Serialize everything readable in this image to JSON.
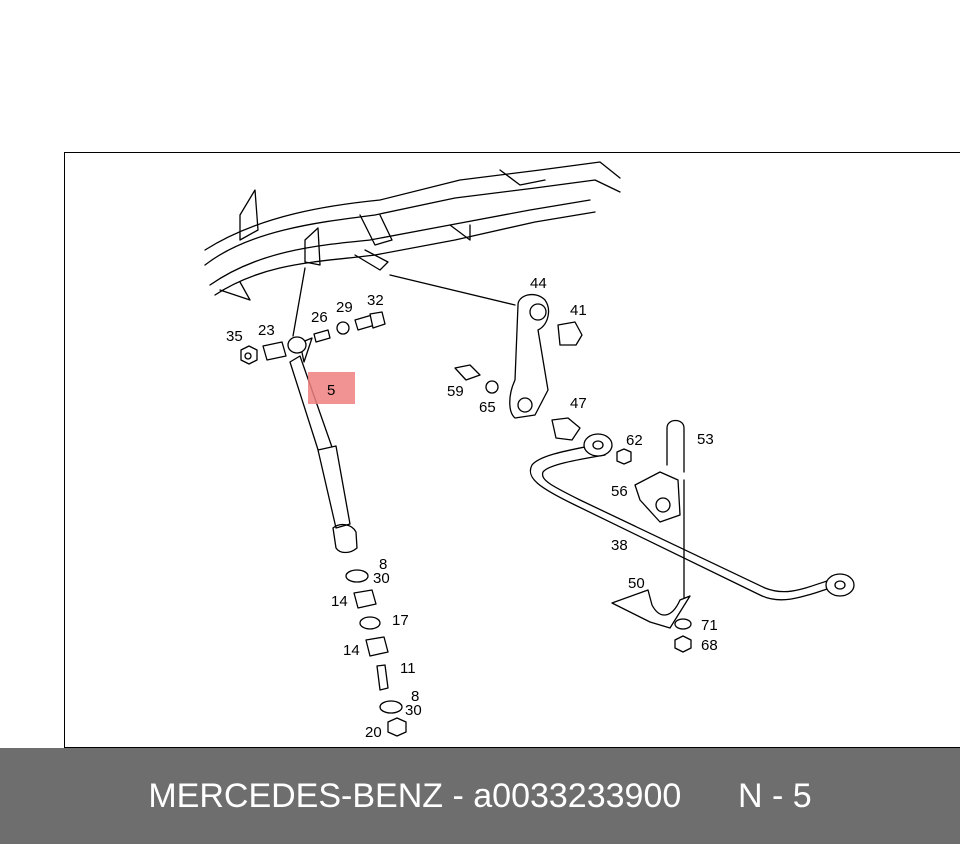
{
  "footer": {
    "brand": "MERCEDES-BENZ",
    "separator": " - ",
    "part_number": "a0033233900",
    "callout": "N - 5"
  },
  "highlight": {
    "label": "5",
    "color": "#f08080"
  },
  "callouts": [
    "44",
    "41",
    "35",
    "23",
    "26",
    "29",
    "32",
    "59",
    "65",
    "47",
    "62",
    "53",
    "56",
    "38",
    "50",
    "71",
    "68",
    "8",
    "30",
    "14",
    "17",
    "14",
    "11",
    "8",
    "30",
    "20"
  ]
}
